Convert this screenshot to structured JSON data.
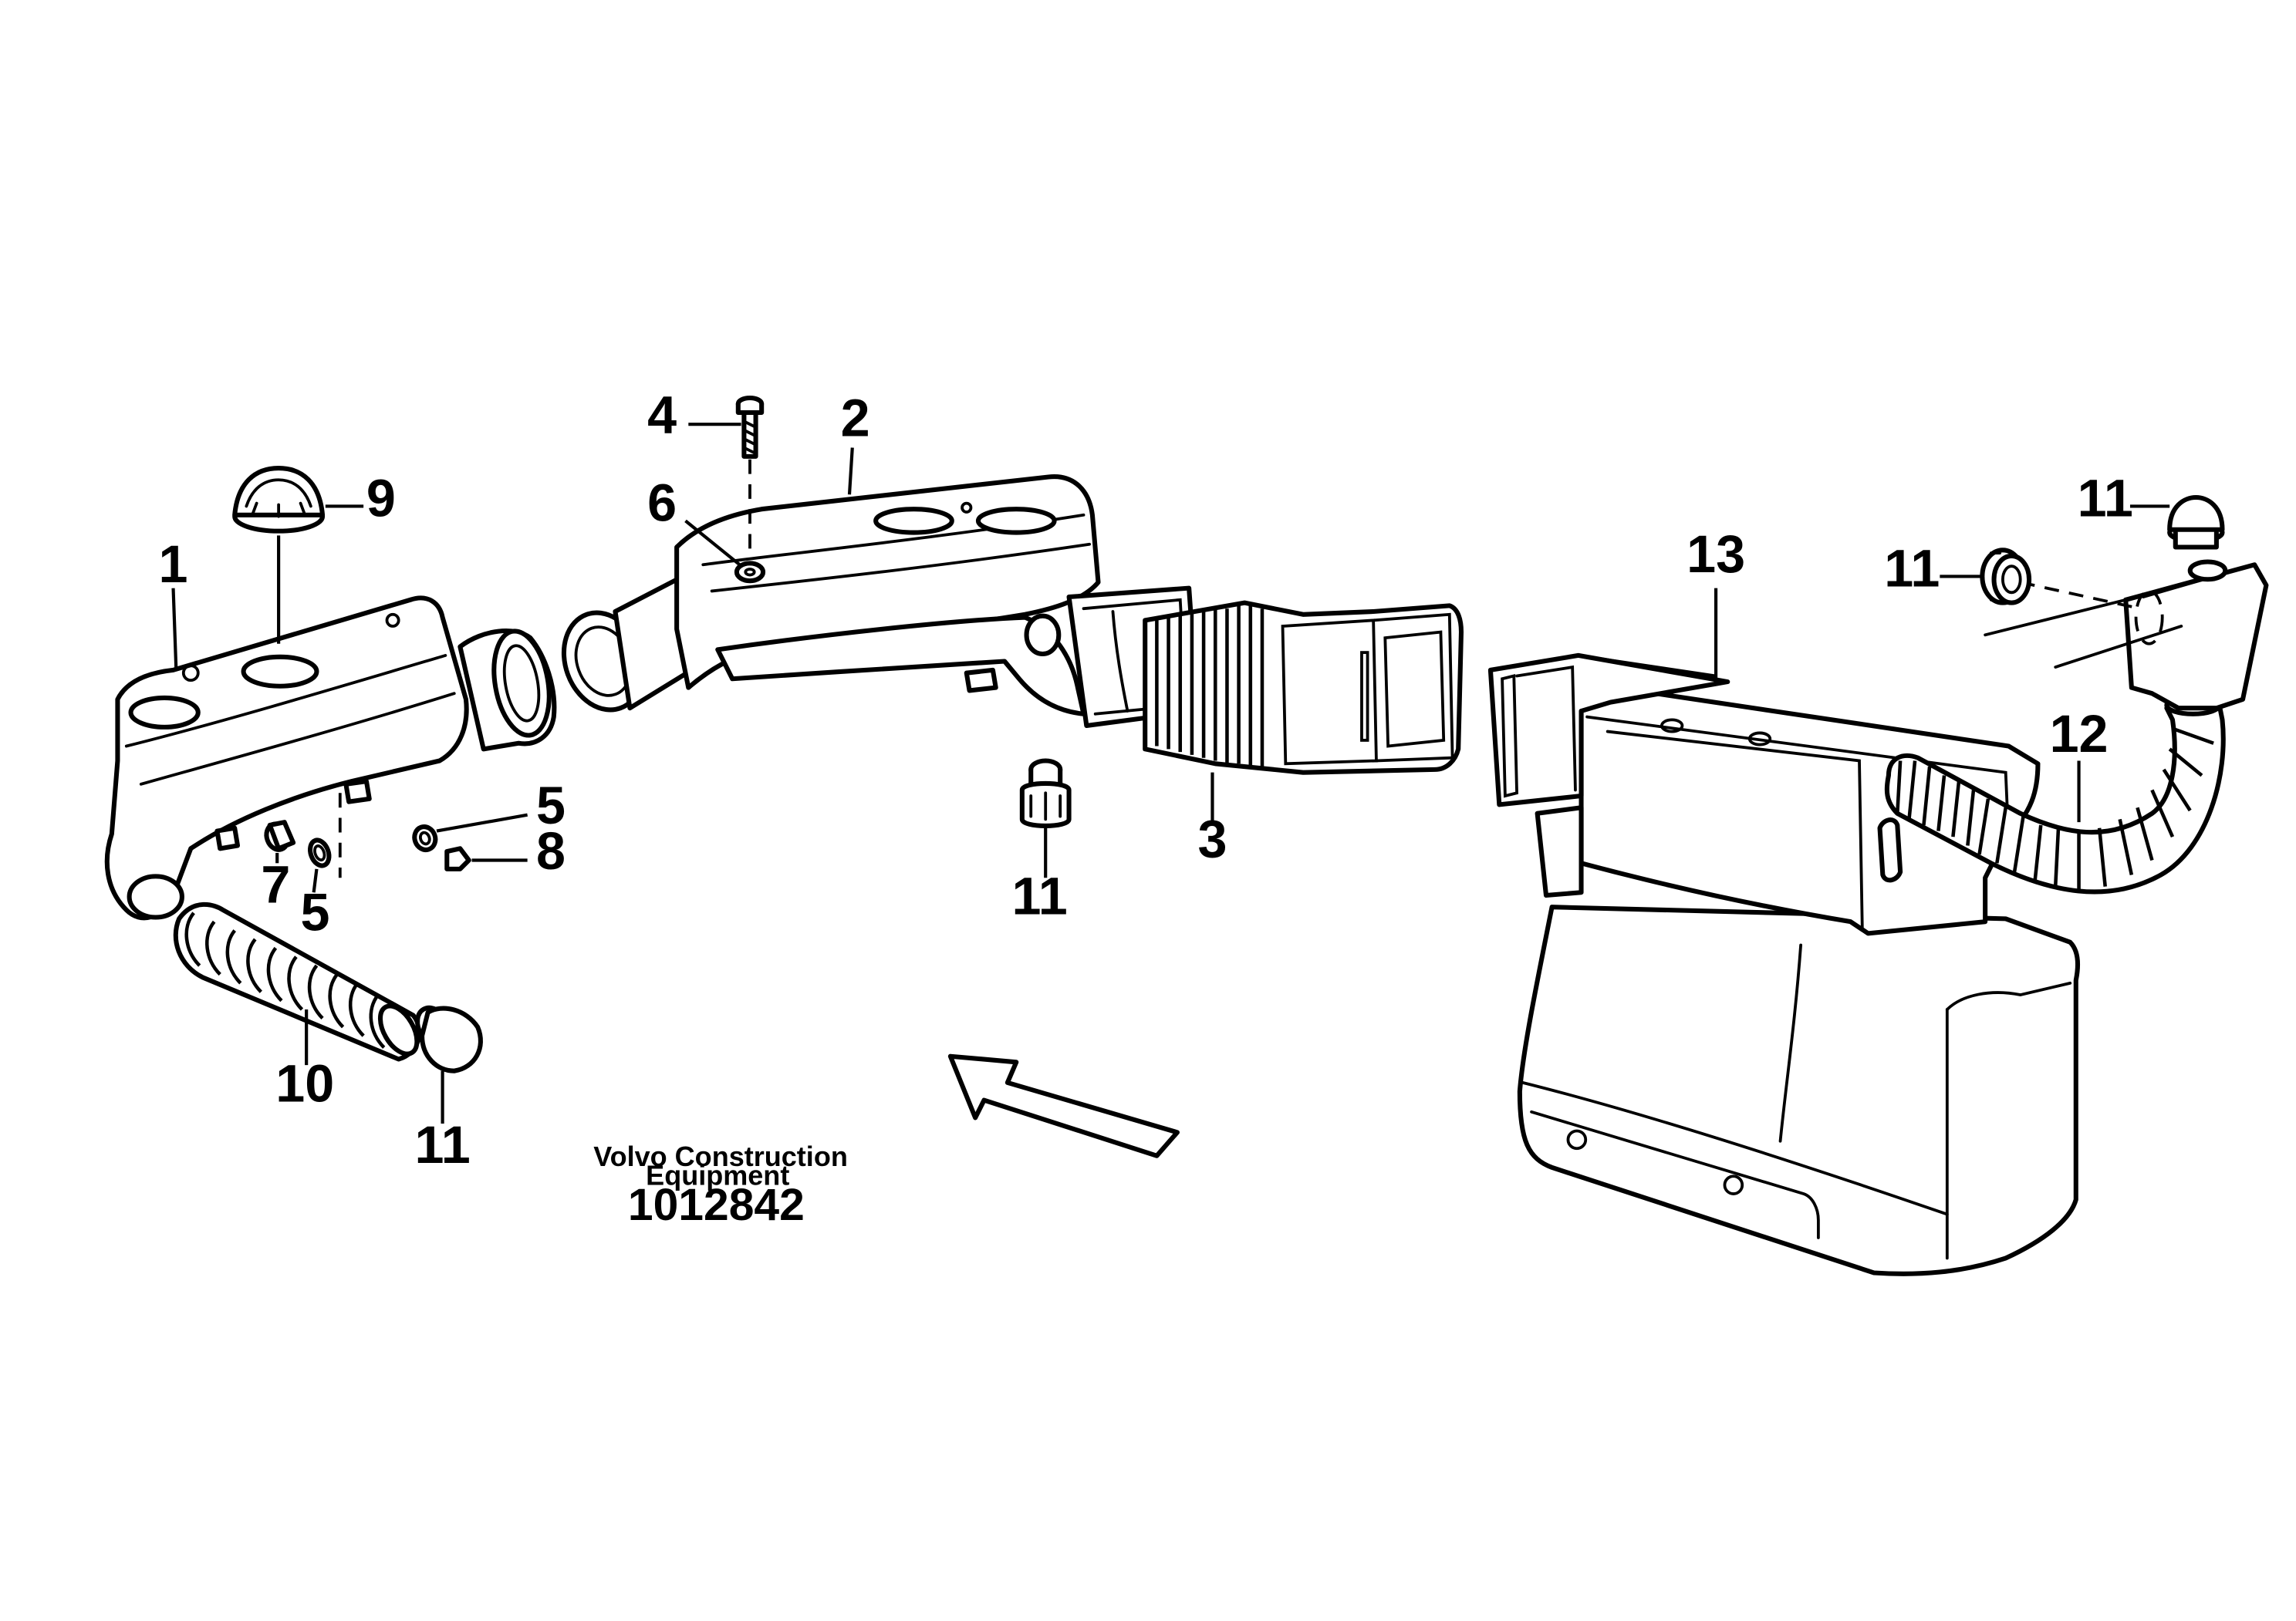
{
  "callouts": [
    {
      "id": "c1",
      "text": "1"
    },
    {
      "id": "c2",
      "text": "2"
    },
    {
      "id": "c3",
      "text": "3"
    },
    {
      "id": "c4",
      "text": "4"
    },
    {
      "id": "c5a",
      "text": "5"
    },
    {
      "id": "c5b",
      "text": "5"
    },
    {
      "id": "c6",
      "text": "6"
    },
    {
      "id": "c7",
      "text": "7"
    },
    {
      "id": "c8",
      "text": "8"
    },
    {
      "id": "c9",
      "text": "9"
    },
    {
      "id": "c10",
      "text": "10"
    },
    {
      "id": "c11a",
      "text": "11"
    },
    {
      "id": "c11b",
      "text": "11"
    },
    {
      "id": "c11c",
      "text": "11"
    },
    {
      "id": "c11d",
      "text": "11"
    },
    {
      "id": "c12",
      "text": "12"
    },
    {
      "id": "c13",
      "text": "13"
    }
  ],
  "footer": {
    "company_line1": "Volvo Construction",
    "company_line2": "Equipment",
    "drawing_number": "1012842"
  }
}
